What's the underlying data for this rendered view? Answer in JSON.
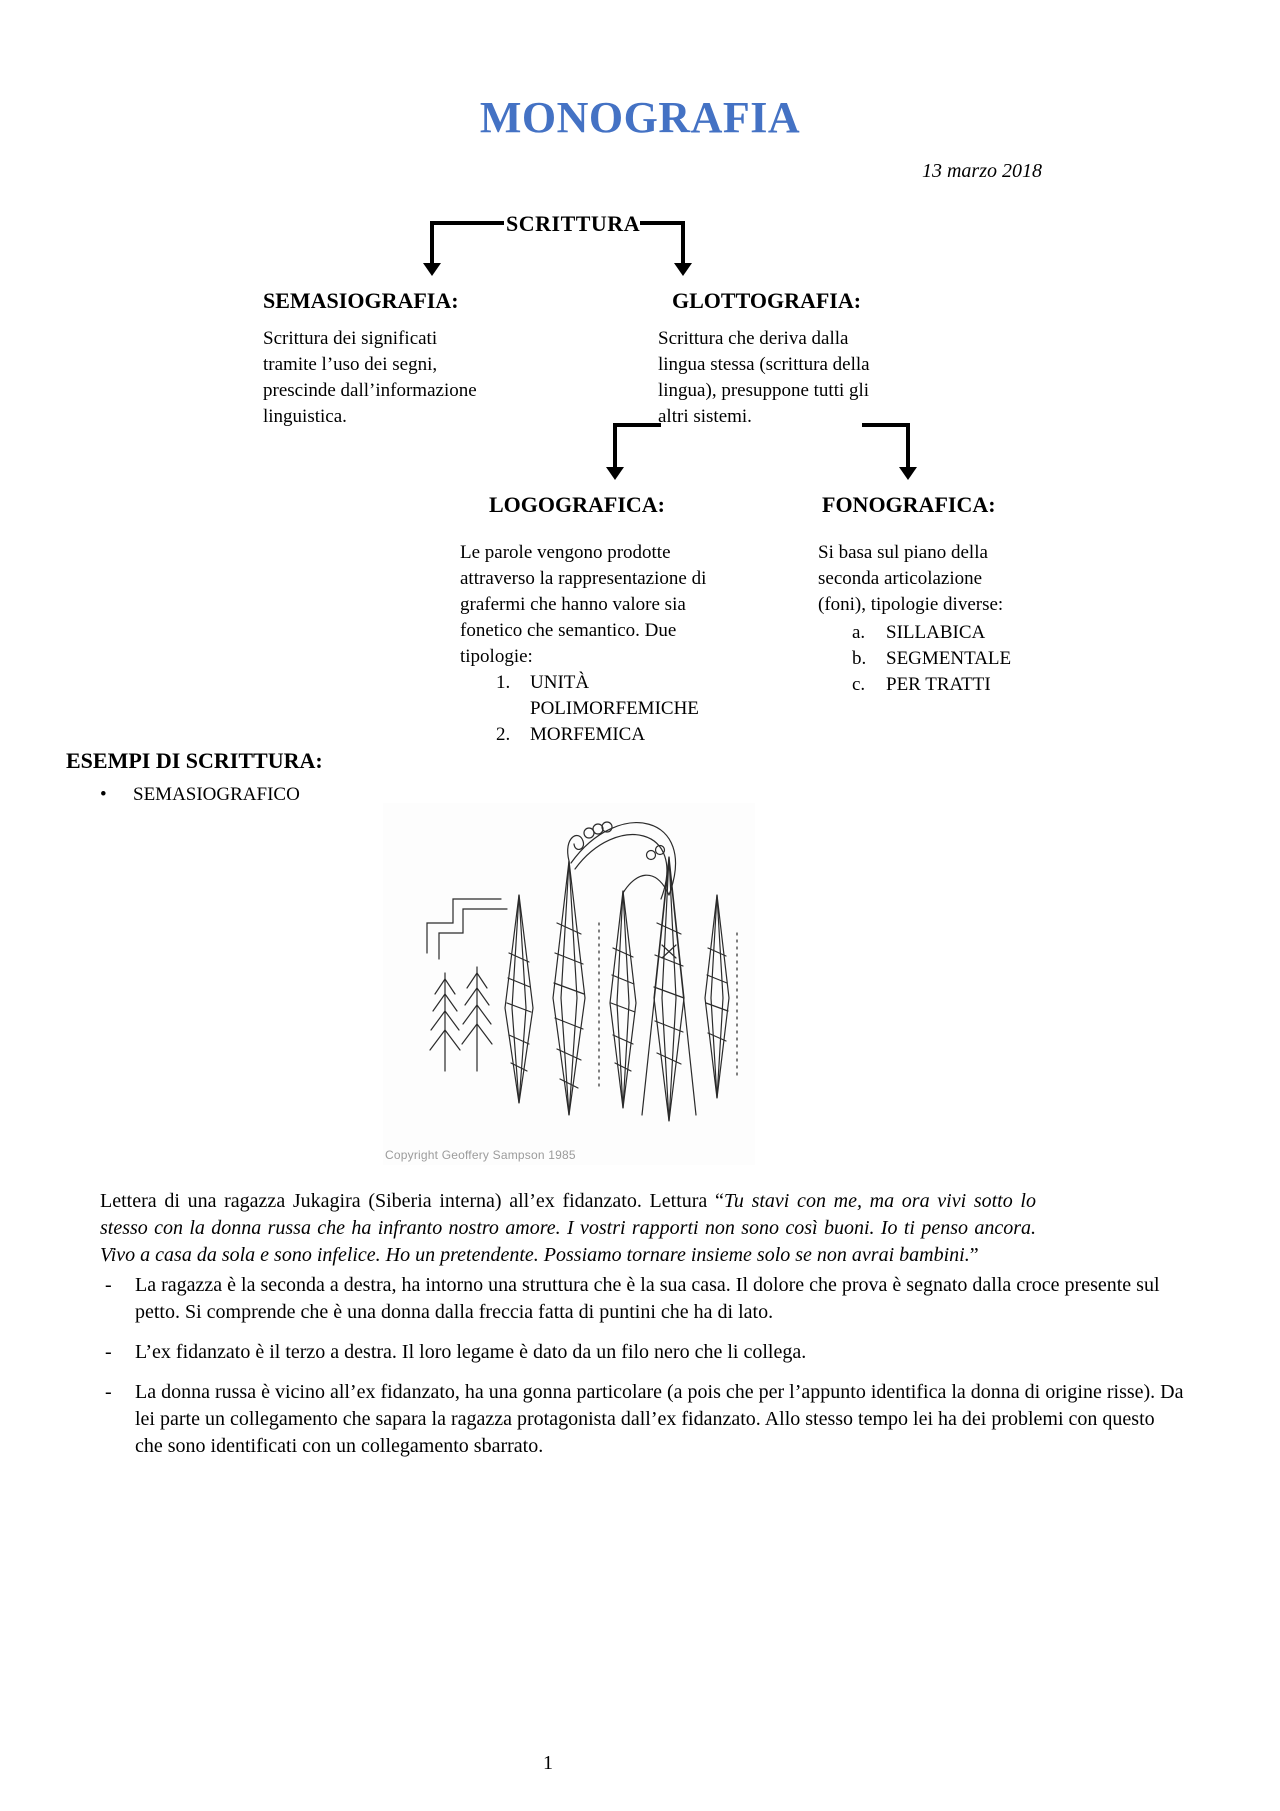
{
  "page": {
    "title": "MONOGRAFIA",
    "title_color": "#4472C4",
    "date": "13 marzo 2018",
    "page_number": "1"
  },
  "diagram": {
    "root_label": "SCRITTURA",
    "semasiografia": {
      "heading": "SEMASIOGRAFIA:",
      "body": "Scrittura dei significati tramite l’uso dei segni, prescinde dall’informazione linguistica."
    },
    "glottografia": {
      "heading": "GLOTTOGRAFIA:",
      "body": "Scrittura che deriva dalla lingua stessa (scrittura della lingua), presuppone tutti gli altri sistemi."
    },
    "logografica": {
      "heading": "LOGOGRAFICA:",
      "body": "Le parole vengono prodotte attraverso la rappresentazione di grafermi che hanno valore sia fonetico che semantico. Due tipologie:",
      "markers": [
        "1.",
        "2."
      ],
      "items": [
        "UNITÀ POLIMORFEMICHE",
        "MORFEMICA"
      ]
    },
    "fonografica": {
      "heading": "FONOGRAFICA:",
      "body": "Si basa sul piano della seconda articolazione (foni), tipologie diverse:",
      "markers": [
        "a.",
        "b.",
        "c."
      ],
      "items": [
        "SILLABICA",
        "SEGMENTALE",
        "PER TRATTI"
      ]
    }
  },
  "examples": {
    "heading": "ESEMPI DI SCRITTURA:",
    "bullet_marker": "•",
    "bullet_label": "SEMASIOGRAFICO",
    "figure_caption": "Copyright Geoffery Sampson 1985"
  },
  "letter": {
    "intro": "Lettera di una ragazza Jukagira (Siberia interna) all’ex fidanzato. Lettura “",
    "quote": "Tu stavi con me, ma ora vivi sotto lo stesso con la donna russa che ha infranto nostro amore. I vostri rapporti non sono così buoni. Io ti penso ancora. Vivo a casa da sola e sono infelice. Ho un pretendente. Possiamo tornare insieme solo se non avrai bambini.",
    "quote_close": "”",
    "dash": "-",
    "points": [
      "La ragazza è la seconda a destra, ha intorno una struttura che è la sua casa. Il dolore che prova è segnato dalla croce presente sul petto. Si comprende che è una donna dalla freccia fatta di puntini che ha di lato.",
      "L’ex fidanzato è il terzo a destra. Il loro legame è dato da un filo nero che li collega.",
      "La donna russa è vicino all’ex fidanzato, ha una gonna particolare (a pois che per l’appunto identifica la donna di origine risse). Da lei parte un collegamento che sapara la ragazza protagonista dall’ex fidanzato. Allo stesso tempo lei ha dei problemi con questo che sono identificati con un collegamento sbarrato."
    ]
  }
}
